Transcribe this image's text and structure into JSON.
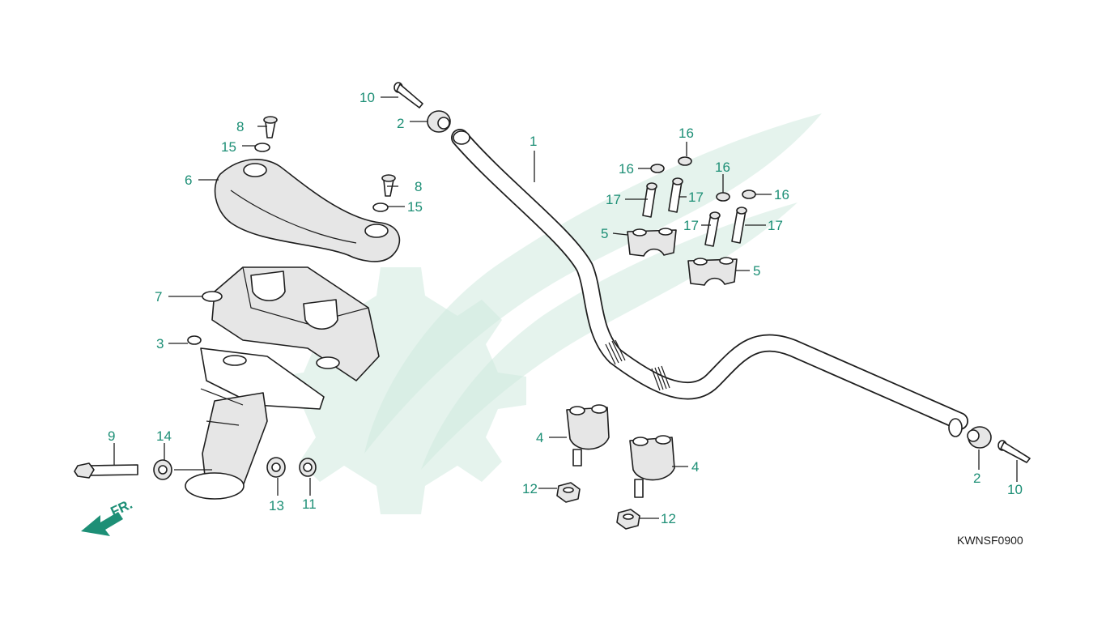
{
  "diagram": {
    "code": "KWNSF0900",
    "front_label": "FR.",
    "callouts": {
      "c1": "1",
      "c2a": "2",
      "c2b": "2",
      "c3": "3",
      "c4a": "4",
      "c4b": "4",
      "c5a": "5",
      "c5b": "5",
      "c6": "6",
      "c7": "7",
      "c8a": "8",
      "c8b": "8",
      "c9": "9",
      "c10a": "10",
      "c10b": "10",
      "c11": "11",
      "c12a": "12",
      "c12b": "12",
      "c13": "13",
      "c14": "14",
      "c15a": "15",
      "c15b": "15",
      "c16a": "16",
      "c16b": "16",
      "c16c": "16",
      "c16d": "16",
      "c17a": "17",
      "c17b": "17",
      "c17c": "17",
      "c17d": "17"
    },
    "colors": {
      "callout": "#1d8f76",
      "watermark": "#cfe9df",
      "line": "#1e1e1e"
    }
  }
}
